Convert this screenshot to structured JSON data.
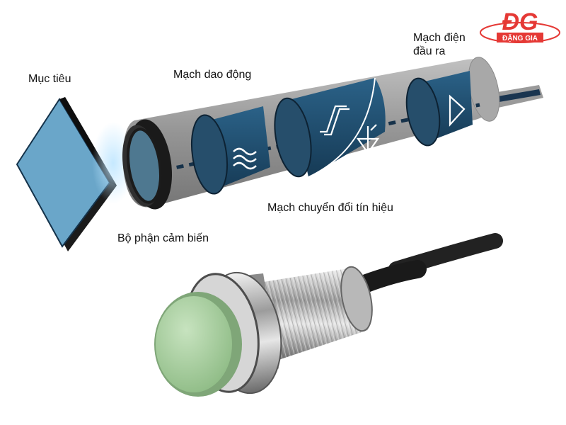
{
  "labels": {
    "target": "Mục tiêu",
    "oscillator": "Mạch dao động",
    "output_circuit": "Mạch điện\nđầu ra",
    "output_line1": "Mạch điện",
    "output_line2": "đầu ra",
    "signal_converter": "Mạch chuyển đổi tín hiệu",
    "sensing_part": "Bộ phận cảm biến"
  },
  "logo": {
    "mark": "ĐG",
    "name": "ĐẶNG GIA",
    "color": "#e53935"
  },
  "colors": {
    "housing": "#9e9e9e",
    "module": "#1f4a6b",
    "target_face": "#6aa6c9",
    "sensor_face": "#a9cf9f",
    "metal": "#c8c8c8"
  },
  "icons": [
    "wave-icon",
    "hysteresis-icon",
    "diode-icon",
    "amplifier-icon"
  ]
}
